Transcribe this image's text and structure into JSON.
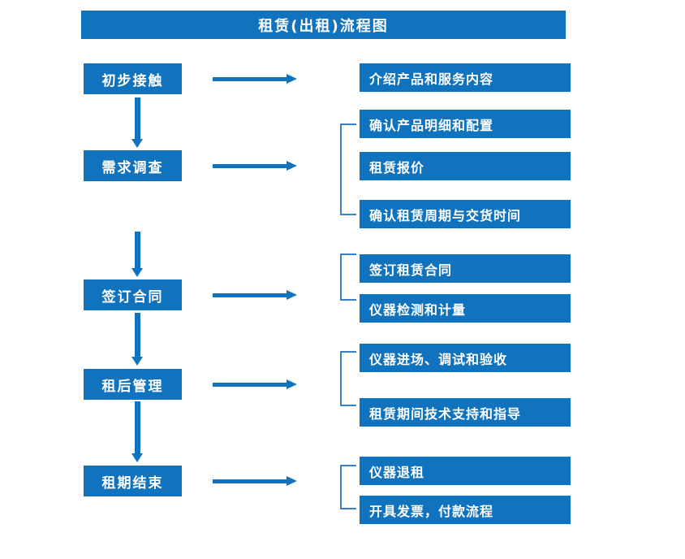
{
  "colors": {
    "box_fill": "#1173BE",
    "box_text": "#FFFFFF",
    "arrow": "#1173BE",
    "bracket": "#3B7FC4",
    "background": "#FFFFFF"
  },
  "title": "租赁(出租)流程图",
  "stages": [
    {
      "label": "初步接触"
    },
    {
      "label": "需求调查"
    },
    {
      "label": "签订合同"
    },
    {
      "label": "租后管理"
    },
    {
      "label": "租期结束"
    }
  ],
  "details": [
    {
      "label": "介绍产品和服务内容"
    },
    {
      "label": "确认产品明细和配置"
    },
    {
      "label": "租赁报价"
    },
    {
      "label": "确认租赁周期与交货时间"
    },
    {
      "label": "签订租赁合同"
    },
    {
      "label": "仪器检测和计量"
    },
    {
      "label": "仪器进场、调试和验收"
    },
    {
      "label": "租赁期间技术支持和指导"
    },
    {
      "label": "仪器退租"
    },
    {
      "label": "开具发票，付款流程"
    }
  ]
}
